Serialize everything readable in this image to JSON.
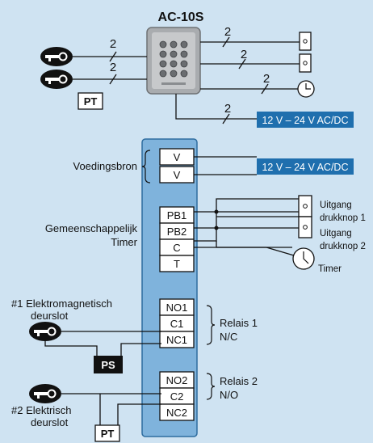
{
  "title": "AC-10S",
  "wire_count": "2",
  "supply_badge": "12 V – 24 V AC/DC",
  "labels": {
    "power_source": "Voedingsbron",
    "common": "Gemeenschappelijk",
    "timer_left": "Timer",
    "lock1_line1": "#1 Elektromagnetisch",
    "lock1_line2": "deurslot",
    "lock2_line1": "#2 Elektrisch",
    "lock2_line2": "deurslot",
    "exit1_line1": "Uitgang",
    "exit1_line2": "drukknop 1",
    "exit2_line1": "Uitgang",
    "exit2_line2": "drukknop 2",
    "timer_right": "Timer",
    "relay1_line1": "Relais 1",
    "relay1_line2": "N/C",
    "relay2_line1": "Relais 2",
    "relay2_line2": "N/O"
  },
  "terminals": [
    "V",
    "V",
    "PB1",
    "PB2",
    "C",
    "T",
    "NO1",
    "C1",
    "NC1",
    "NO2",
    "C2",
    "NC2"
  ],
  "pt_label": "PT",
  "ps_label": "PS",
  "colors": {
    "background": "#cfe3f2",
    "panel": "#7fb3dc",
    "badge": "#1f6fae"
  }
}
